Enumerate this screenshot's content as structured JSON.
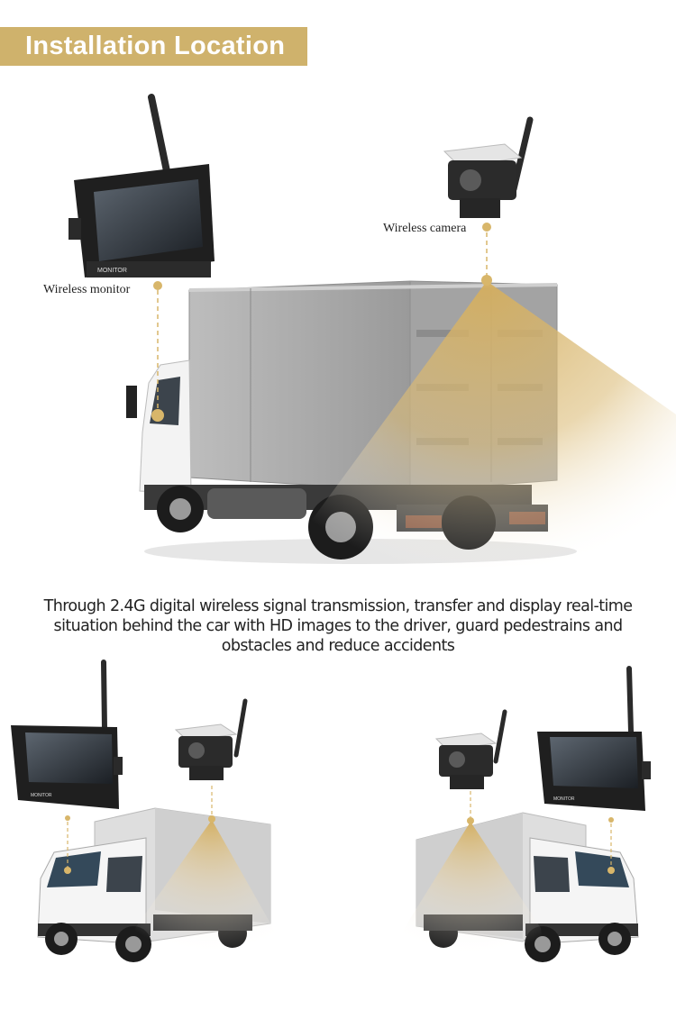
{
  "header": {
    "title": "Installation Location"
  },
  "labels": {
    "monitor": "Wireless monitor",
    "camera": "Wireless camera"
  },
  "monitor": {
    "brand": "MONITOR"
  },
  "description": "Through 2.4G digital wireless signal transmission, transfer and display real-time situation behind the car with HD images to the driver, guard pedestrains and obstacles and reduce accidents",
  "colors": {
    "accent": "#cfb26c",
    "beam": "#d8b66a",
    "truck_box": "#a7a7a7",
    "cab": "#f4f4f4"
  }
}
